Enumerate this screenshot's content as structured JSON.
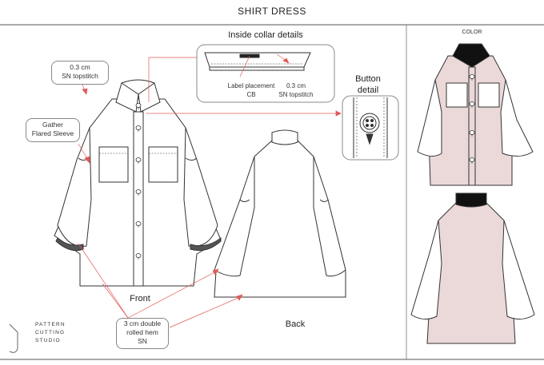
{
  "title": "SHIRT DRESS",
  "color_label": "COLOR",
  "inside_collar": {
    "heading": "Inside collar details",
    "label_placement_line1": "Label placement",
    "label_placement_line2": "CB",
    "topstitch_line1": "0.3 cm",
    "topstitch_line2": "SN topstitch"
  },
  "button_detail": {
    "line1": "Button",
    "line2": "detail"
  },
  "callouts": {
    "topstitch": {
      "line1": "0.3 cm",
      "line2": "SN topstitch"
    },
    "gather": {
      "line1": "Gather",
      "line2": "Flared Sleeve"
    },
    "hem": {
      "line1": "3 cm double",
      "line2": "rolled hem",
      "line3": "SN"
    }
  },
  "views": {
    "front": "Front",
    "back": "Back"
  },
  "studio": {
    "line1": "PATTERN",
    "line2": "CUTTING",
    "line3": "STUDIO"
  },
  "colors": {
    "fabric": "#ead9d8",
    "collar": "#111111",
    "callout_line": "#e05a5a"
  }
}
